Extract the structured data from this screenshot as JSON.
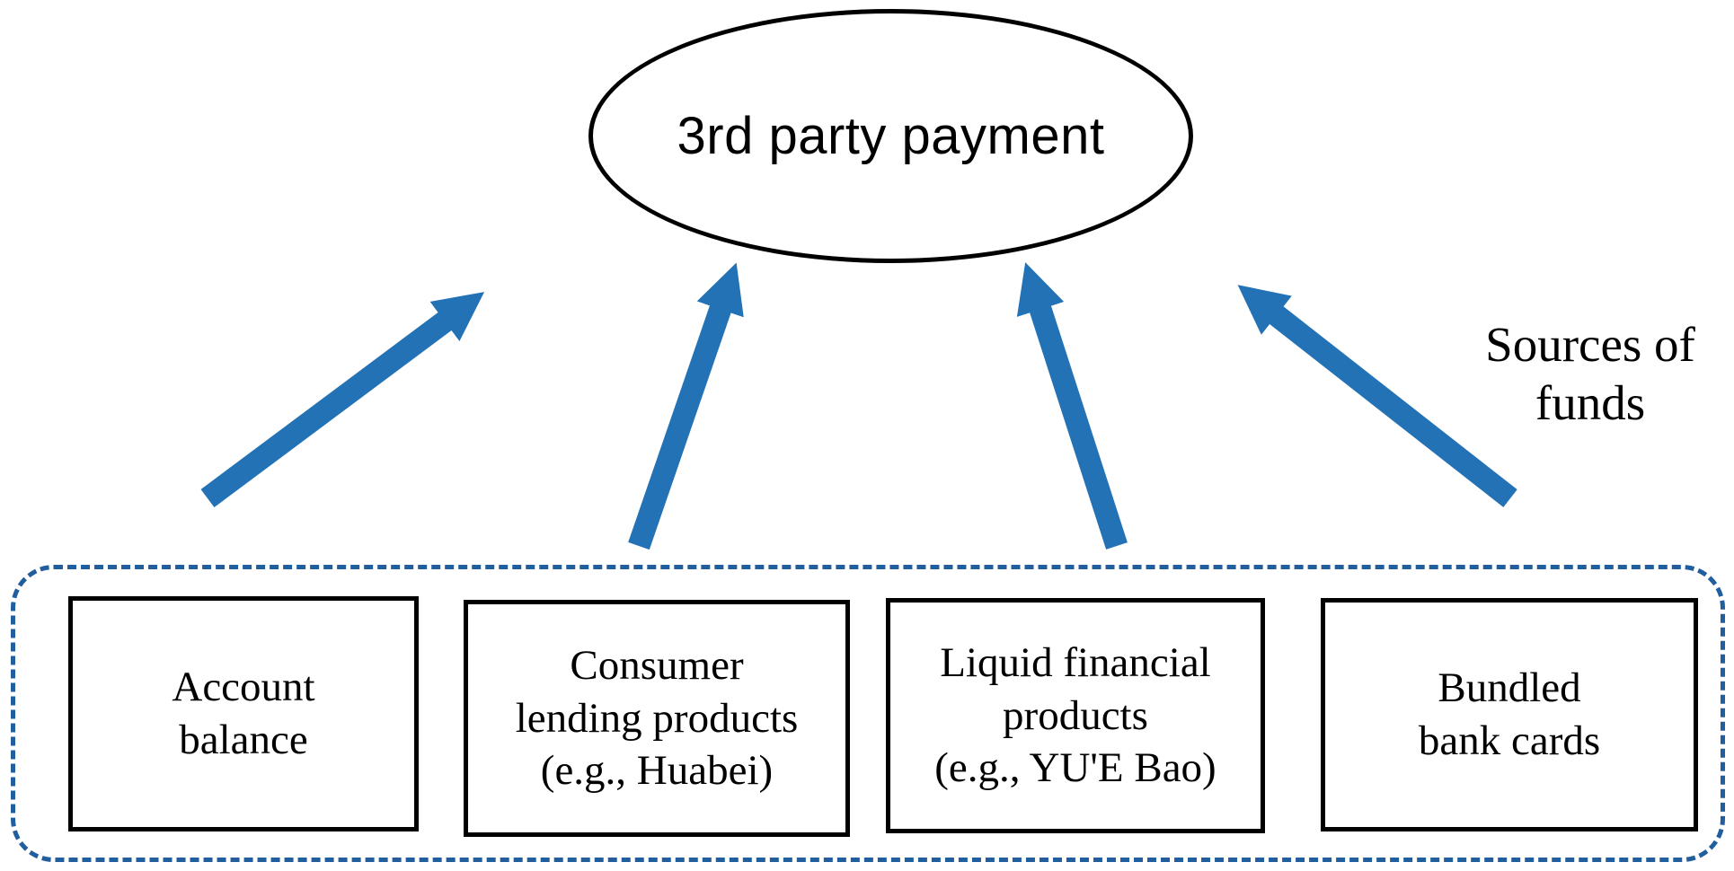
{
  "diagram": {
    "title": "3rd party payment",
    "annotation": "Sources of\nfunds",
    "sources": [
      {
        "label": "Account\nbalance"
      },
      {
        "label": "Consumer\nlending products\n(e.g., Huabei)"
      },
      {
        "label": "Liquid financial\nproducts\n(e.g., YU'E Bao)"
      },
      {
        "label": "Bundled\nbank cards"
      }
    ],
    "colors": {
      "arrow": "#2272B5",
      "container_border": "#215E9E",
      "box_border": "#000000"
    }
  }
}
